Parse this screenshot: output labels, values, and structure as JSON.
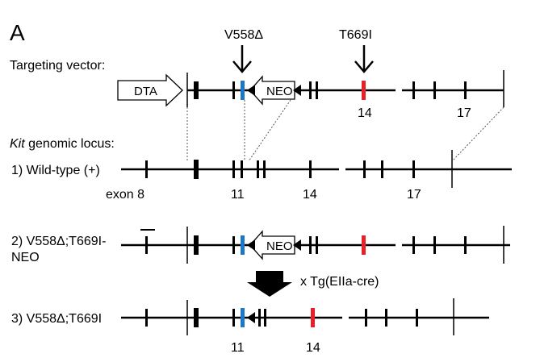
{
  "panel_label": "A",
  "mutations": {
    "v558": "V558Δ",
    "t669": "T669I"
  },
  "targeting_vector": {
    "label": "Targeting vector:",
    "dta_label": "DTA",
    "neo_label": "NEO",
    "exon_14": "14",
    "exon_17": "17"
  },
  "genomic_locus": {
    "label_italic": "Kit",
    "label_rest": " genomic locus:"
  },
  "wild_type": {
    "label": "1) Wild-type (+)",
    "exon_8": "exon 8",
    "exon_11": "11",
    "exon_14": "14",
    "exon_17": "17"
  },
  "allele2": {
    "label_line1": "2) V558Δ;T669I-",
    "label_line2": "NEO",
    "neo_label": "NEO"
  },
  "cross": {
    "label": "x Tg(EIIa-cre)"
  },
  "allele3": {
    "label": "3) V558Δ;T669I",
    "exon_11": "11",
    "exon_14": "14"
  },
  "colors": {
    "v558_mark": "#1f77c4",
    "t669_mark": "#e8202a",
    "line": "#000000",
    "guide": "#555555"
  }
}
